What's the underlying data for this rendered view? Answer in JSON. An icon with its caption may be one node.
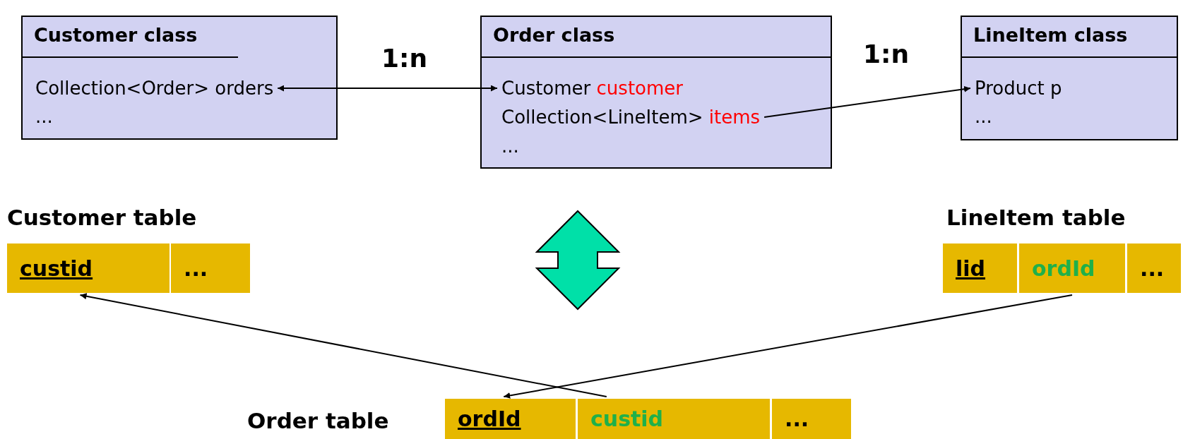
{
  "diagram": {
    "nodes": [
      {
        "text": [
          "Customer class"
        ]
      },
      {
        "text": [
          "Collection<Order> orders"
        ],
        "in": 0
      },
      {
        "text": [
          "..."
        ],
        "in": 0
      },
      {
        "text": [
          "Order class"
        ]
      },
      {
        "text": [
          "Customer",
          "customer"
        ],
        "in": 3
      },
      {
        "text": [
          "Collection<LineItem>",
          "items"
        ],
        "in": 3
      },
      {
        "text": [
          "..."
        ],
        "in": 3
      },
      {
        "text": [
          "LineItem class"
        ]
      },
      {
        "text": [
          "Product p"
        ],
        "in": 7
      },
      {
        "text": [
          "..."
        ],
        "in": 7
      },
      {
        "text": [
          "Customer table"
        ]
      },
      {
        "text": [
          "custid"
        ],
        "in": 10
      },
      {
        "text": [
          "..."
        ],
        "in": 10
      },
      {
        "text": [
          "LineItem table"
        ]
      },
      {
        "text": [
          "lid"
        ],
        "in": 13
      },
      {
        "text": [
          "ordId"
        ],
        "in": 13
      },
      {
        "text": [
          "..."
        ],
        "in": 13
      },
      {
        "text": [
          "Order table"
        ]
      },
      {
        "text": [
          "ordId"
        ],
        "in": 17
      },
      {
        "text": [
          "custid"
        ],
        "in": 17
      },
      {
        "text": [
          "..."
        ],
        "in": 17
      }
    ],
    "edges": [
      {
        "from": 1,
        "to": 4,
        "arrow": "both",
        "label": "1:n"
      },
      {
        "from": 5,
        "to": 8,
        "arrow": "to",
        "label": "1:n"
      },
      {
        "from": 19,
        "to": 11,
        "arrow": "to"
      },
      {
        "from": 15,
        "to": 18,
        "arrow": "to"
      }
    ]
  }
}
